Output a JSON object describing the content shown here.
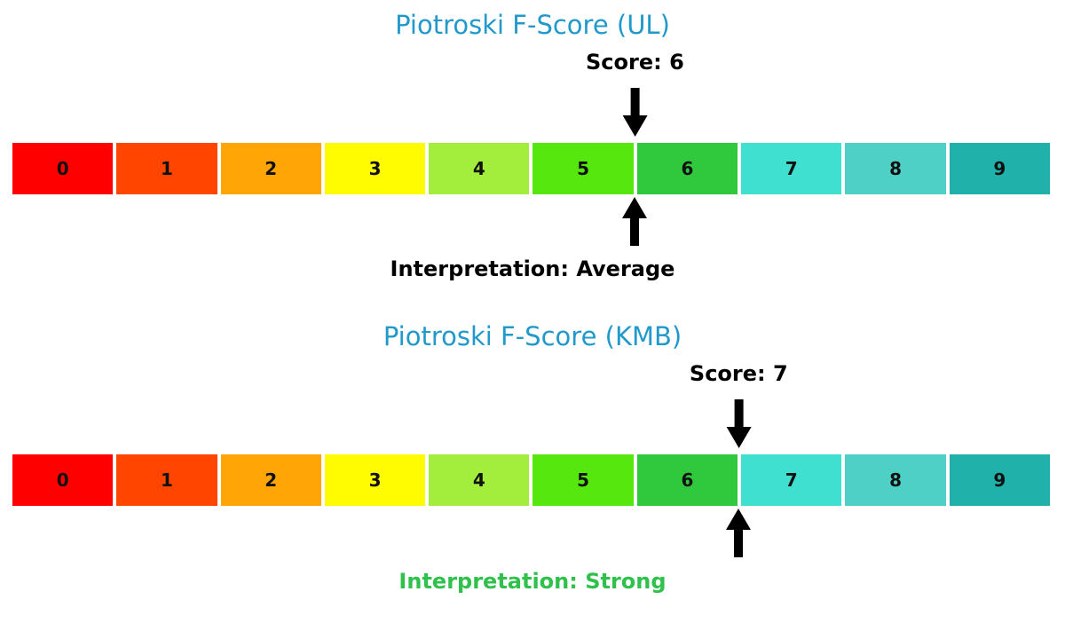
{
  "page": {
    "background": "#ffffff",
    "title_color": "#2199ca",
    "arrow_color": "#000000",
    "text_color": "#000000"
  },
  "chart_data": [
    {
      "type": "bar",
      "title": "Piotroski F-Score (UL)",
      "categories": [
        "0",
        "1",
        "2",
        "3",
        "4",
        "5",
        "6",
        "7",
        "8",
        "9"
      ],
      "segment_colors": [
        "#ff0000",
        "#ff4500",
        "#ffa505",
        "#fffb00",
        "#a3ee3c",
        "#56e70f",
        "#30c83c",
        "#40e0d0",
        "#4fd0c7",
        "#20b2aa"
      ],
      "scale_range": [
        0,
        10
      ],
      "score": 6,
      "score_label": "Score: 6",
      "interpretation": "Interpretation: Average",
      "interpretation_color": "#000000",
      "marker_style": "black arrow above and below bar at score value"
    },
    {
      "type": "bar",
      "title": "Piotroski F-Score (KMB)",
      "categories": [
        "0",
        "1",
        "2",
        "3",
        "4",
        "5",
        "6",
        "7",
        "8",
        "9"
      ],
      "segment_colors": [
        "#ff0000",
        "#ff4500",
        "#ffa505",
        "#fffb00",
        "#a3ee3c",
        "#56e70f",
        "#30c83c",
        "#40e0d0",
        "#4fd0c7",
        "#20b2aa"
      ],
      "scale_range": [
        0,
        10
      ],
      "score": 7,
      "score_label": "Score: 7",
      "interpretation": "Interpretation: Strong",
      "interpretation_color": "#2fc14b",
      "marker_style": "black arrow above and below bar at score value"
    }
  ]
}
